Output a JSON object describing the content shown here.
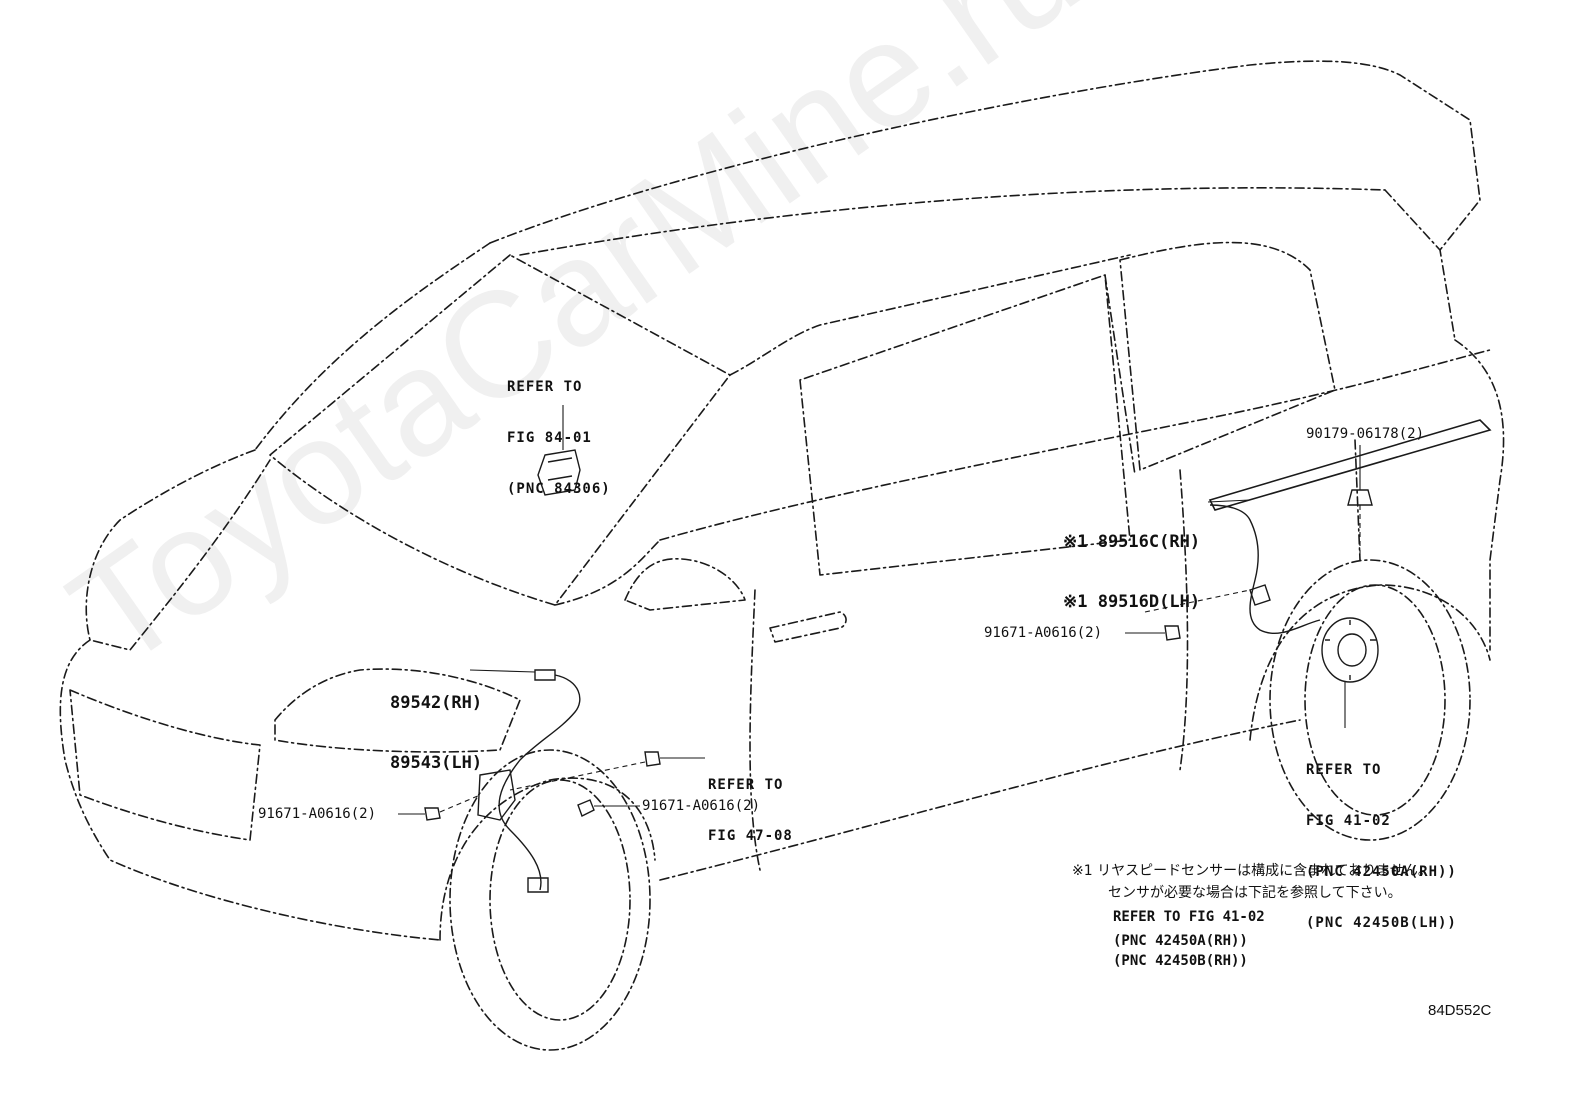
{
  "watermark": "ToyotaCarMine.ru",
  "figure_code": "84D552C",
  "labels": {
    "windshield_ref": [
      "REFER TO",
      "FIG 84-01",
      "(PNC 84306)"
    ],
    "front_sensor": [
      "89542(RH)",
      "89543(LH)"
    ],
    "front_bolt_left": "91671-A0616(2)",
    "front_bolt_right": "91671-A0616(2)",
    "front_ref": [
      "REFER TO",
      "FIG 47-08"
    ],
    "rear_sensor": [
      "※1 89516C(RH)",
      "※1 89516D(LH)"
    ],
    "rear_bolt": "91671-A0616(2)",
    "rear_clip": "90179-06178(2)",
    "rear_ref": [
      "REFER TO",
      "FIG 41-02",
      "(PNC 42450A(RH))",
      "(PNC 42450B(LH))"
    ]
  },
  "note": {
    "line1": "※1 リヤスピードセンサーは構成に含まれておりません。",
    "line2": "センサが必要な場合は下記を参照して下さい。",
    "ref1": "REFER TO FIG 41-02",
    "ref2": "(PNC 42450A(RH))",
    "ref3": "(PNC 42450B(RH))"
  }
}
